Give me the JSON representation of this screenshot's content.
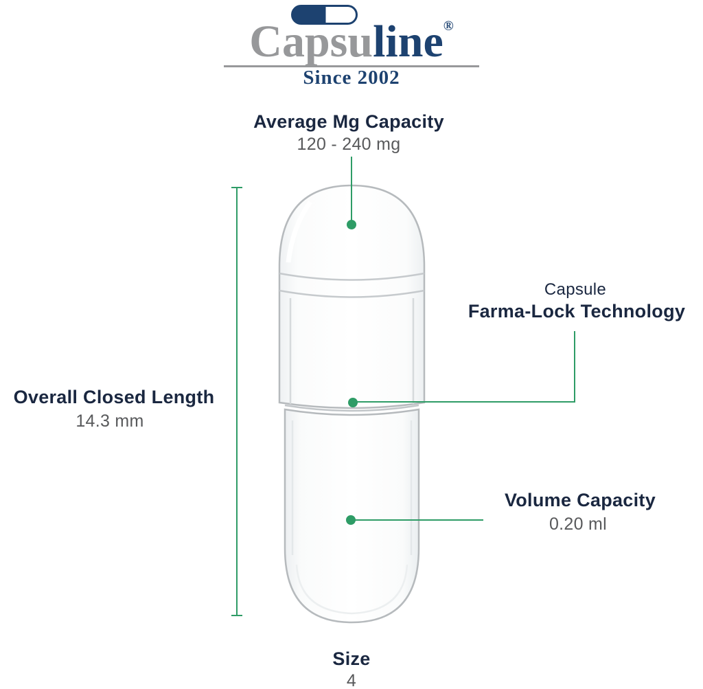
{
  "brand": {
    "name_part1": "Capsu",
    "name_part2": "line",
    "registered": "®",
    "tagline": "Since 2002"
  },
  "annotations": {
    "avg_mg": {
      "label": "Average Mg Capacity",
      "value": "120 - 240 mg"
    },
    "overall_length": {
      "label": "Overall Closed Length",
      "value": "14.3 mm"
    },
    "farma_lock": {
      "line1": "Capsule",
      "line2": "Farma-Lock Technology"
    },
    "volume": {
      "label": "Volume Capacity",
      "value": "0.20 ml"
    },
    "size": {
      "label": "Size",
      "value": "4"
    }
  },
  "colors": {
    "accent_green": "#2e9c66",
    "heading_navy": "#1a2740",
    "value_gray": "#58595b",
    "logo_gray": "#97989a",
    "logo_navy": "#1d4270"
  }
}
